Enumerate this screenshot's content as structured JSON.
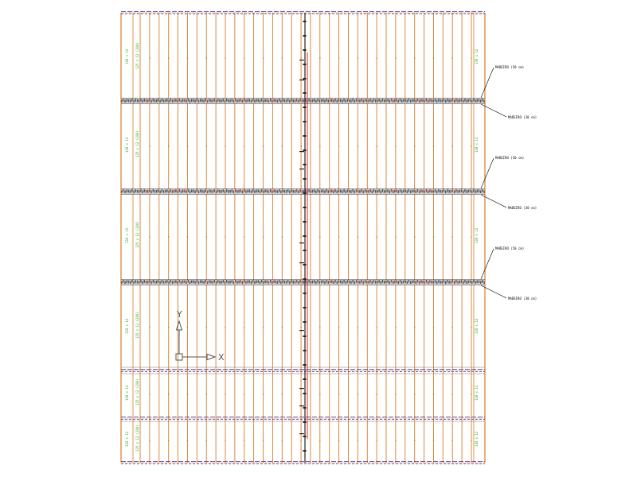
{
  "colors": {
    "background": "#ffffff",
    "joist": "#e07a22",
    "beam_fill": "#555555",
    "beam_accent": "#c0392b",
    "edge_beam": "#3a3aa0",
    "centerline": "#dd1111",
    "panel_label": "#22aa22",
    "panel_marker": "#22aa22",
    "callout": "#000000",
    "ucs": "#555555"
  },
  "callouts": {
    "upper_label": "MADEIRO (50 cm)",
    "lower_label": "MADEIRO (30 cm)"
  },
  "panel_labels": {
    "left_a": "130 x 12",
    "left_b": "125 x 12 (200)",
    "right": "130 x 12"
  },
  "ucs": {
    "x_label": "X",
    "y_label": "Y"
  }
}
